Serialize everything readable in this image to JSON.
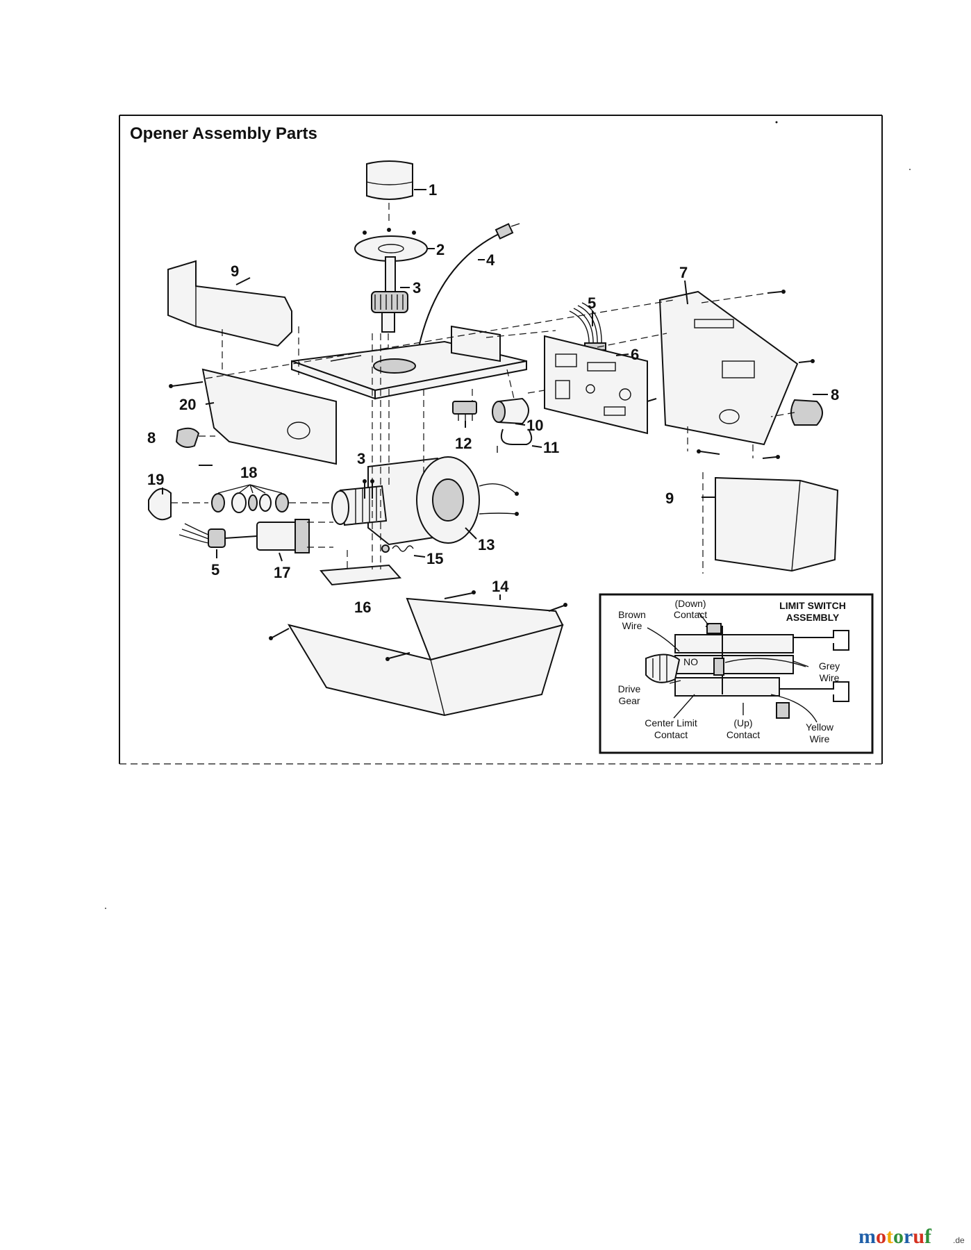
{
  "title": "Opener Assembly Parts",
  "callouts": {
    "c1": "1",
    "c2": "2",
    "c3a": "3",
    "c4": "4",
    "c5a": "5",
    "c6": "6",
    "c7": "7",
    "c8a": "8",
    "c8b": "8",
    "c9a": "9",
    "c9b": "9",
    "c10": "10",
    "c11": "11",
    "c12": "12",
    "c13": "13",
    "c14": "14",
    "c15": "15",
    "c16": "16",
    "c17": "17",
    "c18": "18",
    "c19": "19",
    "c20": "20",
    "c3b": "3",
    "c5b": "5"
  },
  "inset": {
    "title_line1": "LIMIT SWITCH",
    "title_line2": "ASSEMBLY",
    "brown_wire_1": "Brown",
    "brown_wire_2": "Wire",
    "down_contact_1": "(Down)",
    "down_contact_2": "Contact",
    "grey_wire_1": "Grey",
    "grey_wire_2": "Wire",
    "drive_gear_1": "Drive",
    "drive_gear_2": "Gear",
    "center_limit_1": "Center Limit",
    "center_limit_2": "Contact",
    "up_contact_1": "(Up)",
    "up_contact_2": "Contact",
    "yellow_wire_1": "Yellow",
    "yellow_wire_2": "Wire",
    "nc_mark": "NO"
  },
  "watermark": {
    "letters": [
      "m",
      "o",
      "t",
      "o",
      "r",
      "u",
      "f"
    ],
    "letter_colors": [
      "#1f5fa8",
      "#d4301f",
      "#f0a800",
      "#2f8f3a",
      "#1f5fa8",
      "#d4301f",
      "#2f8f3a"
    ],
    "suffix": ".de"
  }
}
